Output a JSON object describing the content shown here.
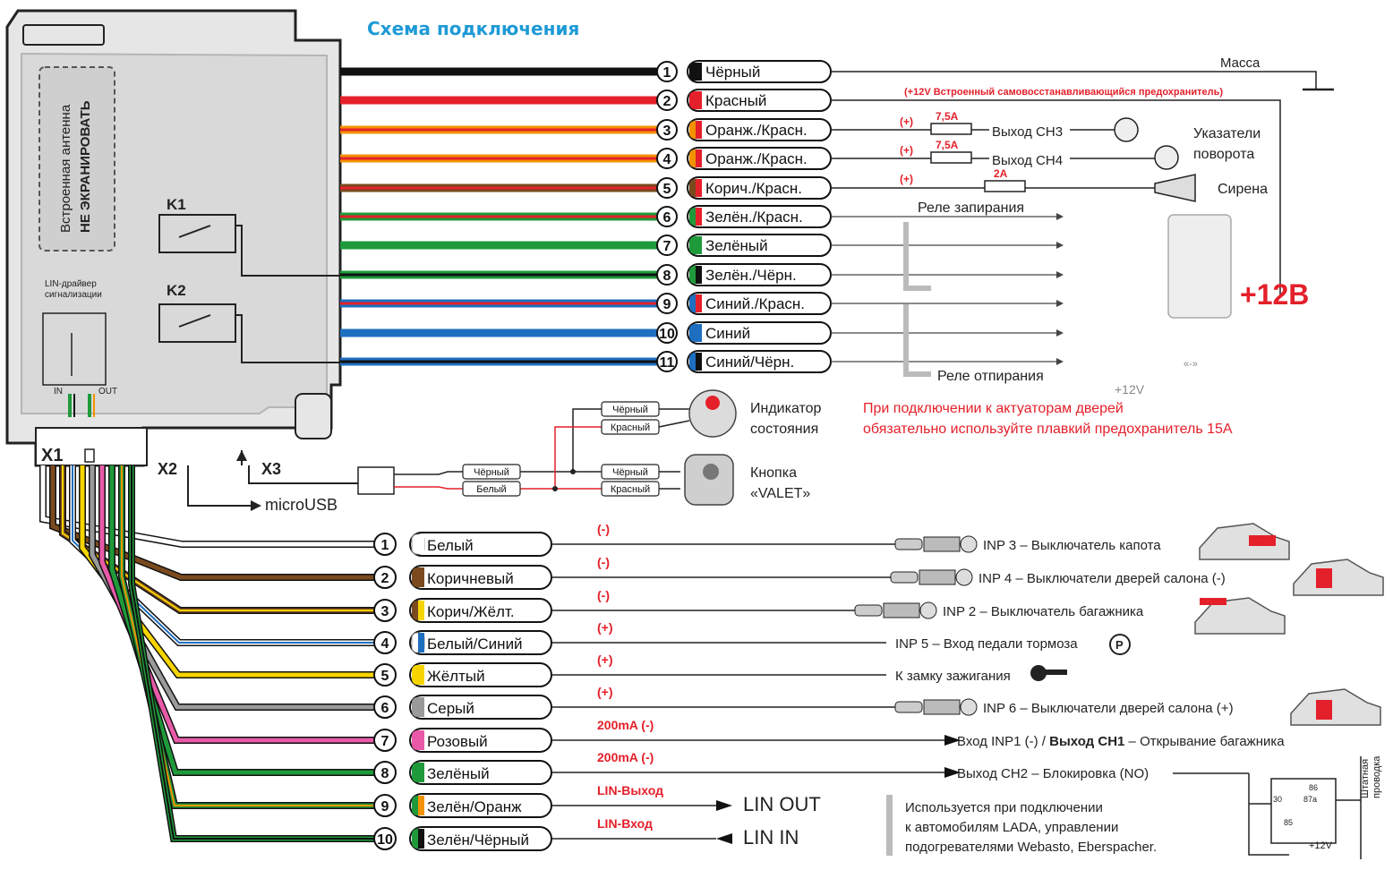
{
  "title": "Схема подключения",
  "module": {
    "antenna_line1": "Встроенная антенна",
    "antenna_line2": "НЕ ЭКРАНИРОВАТЬ",
    "k1": "K1",
    "k2": "K2",
    "lin_driver_line1": "LIN-драйвер",
    "lin_driver_line2": "сигнализации",
    "in": "IN",
    "out": "OUT",
    "x1": "X1",
    "x2": "X2",
    "x3": "X3",
    "microusb": "microUSB"
  },
  "upper_wires": [
    {
      "num": "1",
      "label": "Чёрный",
      "colors": [
        "#111111",
        "#111111"
      ]
    },
    {
      "num": "2",
      "label": "Красный",
      "colors": [
        "#e4202a",
        "#e4202a"
      ]
    },
    {
      "num": "3",
      "label": "Оранж./Красн.",
      "colors": [
        "#f39200",
        "#e4202a"
      ]
    },
    {
      "num": "4",
      "label": "Оранж./Красн.",
      "colors": [
        "#f39200",
        "#e4202a"
      ]
    },
    {
      "num": "5",
      "label": "Корич./Красн.",
      "colors": [
        "#7a4a1e",
        "#e4202a"
      ]
    },
    {
      "num": "6",
      "label": "Зелён./Красн.",
      "colors": [
        "#1f9a3a",
        "#e4202a"
      ]
    },
    {
      "num": "7",
      "label": "Зелёный",
      "colors": [
        "#1f9a3a",
        "#1f9a3a"
      ]
    },
    {
      "num": "8",
      "label": "Зелён./Чёрн.",
      "colors": [
        "#1f9a3a",
        "#111111"
      ]
    },
    {
      "num": "9",
      "label": "Синий./Красн.",
      "colors": [
        "#1e6fc0",
        "#e4202a"
      ]
    },
    {
      "num": "10",
      "label": "Синий",
      "colors": [
        "#1e6fc0",
        "#1e6fc0"
      ]
    },
    {
      "num": "11",
      "label": "Синий/Чёрн.",
      "colors": [
        "#1e6fc0",
        "#111111"
      ]
    }
  ],
  "upper_right": {
    "mass": "Масса",
    "fuse_note": "(+12V Встроенный самовосстанавливающийся предохранитель)",
    "plus_a": "(+)",
    "plus_b": "(+)",
    "plus_c": "(+)",
    "fuse1": "7,5А",
    "fuse2": "7,5А",
    "fuse3": "2А",
    "ch3": "Выход CH3",
    "ch4": "Выход CH4",
    "turn1": "Указатели",
    "turn2": "поворота",
    "siren": "Сирена",
    "lock_relay": "Реле запирания",
    "unlock_relay": "Реле отпирания",
    "plus12": "+12В",
    "plus12v_small": "+12V",
    "arrow_note": "«-»",
    "warning1": "При подключении к актуаторам дверей",
    "warning2": "обязательно используйте плавкий предохранитель 15А"
  },
  "connectors": {
    "indicator1": "Индикатор",
    "indicator2": "состояния",
    "valet1": "Кнопка",
    "valet2": "«VALET»",
    "black": "Чёрный",
    "red": "Красный",
    "white": "Белый"
  },
  "lower_wires": [
    {
      "num": "1",
      "label": "Белый",
      "colors": [
        "#ffffff",
        "#ffffff"
      ],
      "pol": "(-)",
      "dest": "INP 3 – Выключатель капота"
    },
    {
      "num": "2",
      "label": "Коричневый",
      "colors": [
        "#7a4a1e",
        "#7a4a1e"
      ],
      "pol": "(-)",
      "dest": "INP 4 – Выключатели дверей салона (-)"
    },
    {
      "num": "3",
      "label": "Корич/Жёлт.",
      "colors": [
        "#7a4a1e",
        "#f5d400"
      ],
      "pol": "(-)",
      "dest": "INP 2 – Выключатель багажника"
    },
    {
      "num": "4",
      "label": "Белый/Синий",
      "colors": [
        "#ffffff",
        "#1e6fc0"
      ],
      "pol": "(+)",
      "dest": "INP 5 – Вход педали тормоза"
    },
    {
      "num": "5",
      "label": "Жёлтый",
      "colors": [
        "#f5d400",
        "#f5d400"
      ],
      "pol": "(+)",
      "dest": "К замку зажигания"
    },
    {
      "num": "6",
      "label": "Серый",
      "colors": [
        "#9a9a9a",
        "#9a9a9a"
      ],
      "pol": "(+)",
      "dest": "INP 6 – Выключатели дверей салона (+)"
    },
    {
      "num": "7",
      "label": "Розовый",
      "colors": [
        "#e85aa8",
        "#e85aa8"
      ],
      "pol": "200mA (-)",
      "dest_a": "Вход INP1 (-) / ",
      "dest_b": "Выход CH1",
      "dest_c": " – Открывание багажника"
    },
    {
      "num": "8",
      "label": "Зелёный",
      "colors": [
        "#1f9a3a",
        "#1f9a3a"
      ],
      "pol": "200mA (-)",
      "dest": "Выход CH2 – Блокировка (NO)"
    },
    {
      "num": "9",
      "label": "Зелён/Оранж",
      "colors": [
        "#1f9a3a",
        "#f39200"
      ],
      "pol": "LIN-Выход",
      "dest": "LIN OUT"
    },
    {
      "num": "10",
      "label": "Зелён/Чёрный",
      "colors": [
        "#1f9a3a",
        "#111111"
      ],
      "pol": "LIN-Вход",
      "dest": "LIN IN"
    }
  ],
  "lada_note": [
    "Используется при подключении",
    "к автомобилям LADA, управлении",
    "подогревателями Webasto, Eberspacher."
  ],
  "relay": {
    "p86": "86",
    "p87a": "87a",
    "p30": "30",
    "p85": "85",
    "plus12": "+12V",
    "std_wiring1": "Штатная",
    "std_wiring2": "проводка"
  },
  "icon_names": [
    "brake-pedal-icon",
    "ignition-key-icon",
    "car-icon",
    "door-switch-icon",
    "siren-icon",
    "turn-lamp-icon",
    "actuator-icon",
    "relay-icon"
  ]
}
